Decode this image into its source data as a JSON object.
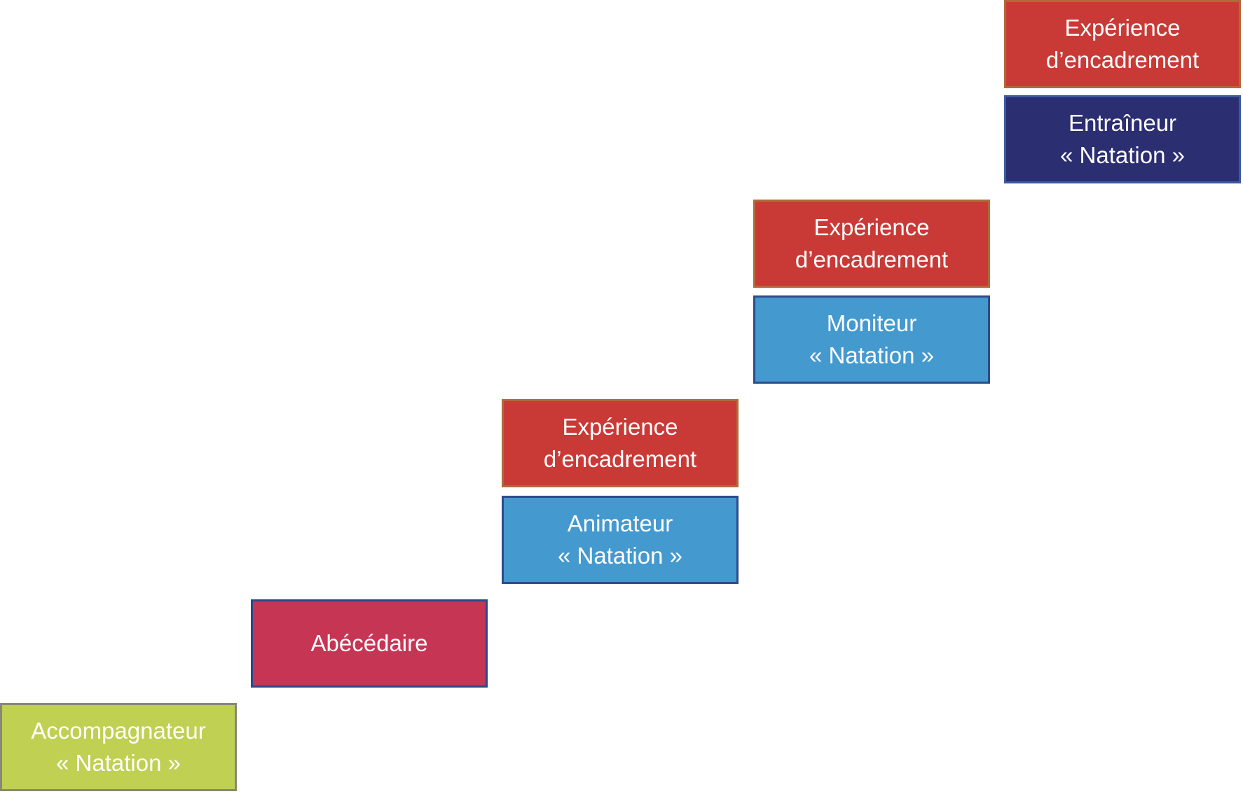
{
  "steps": [
    {
      "role": {
        "line1": "Accompagnateur",
        "line2": "« Natation »"
      }
    },
    {
      "role": {
        "line1": "Abécédaire"
      }
    },
    {
      "experience": {
        "line1": "Expérience",
        "line2": "d’encadrement"
      },
      "role": {
        "line1": "Animateur",
        "line2": "« Natation »"
      }
    },
    {
      "experience": {
        "line1": "Expérience",
        "line2": "d’encadrement"
      },
      "role": {
        "line1": "Moniteur",
        "line2": "« Natation »"
      }
    },
    {
      "experience": {
        "line1": "Expérience",
        "line2": "d’encadrement"
      },
      "role": {
        "line1": "Entraîneur",
        "line2": "« Natation »"
      }
    }
  ],
  "colors": {
    "experience": "#C93A36",
    "accompagnateur": "#BFD052",
    "abecedaire": "#C73555",
    "animateur_moniteur": "#4499CF",
    "entraineur": "#2C2E72"
  }
}
